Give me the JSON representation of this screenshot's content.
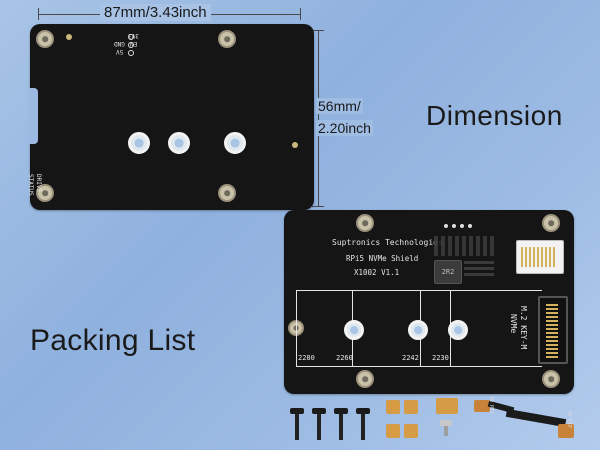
{
  "dimension": {
    "width_label": "87mm/3.43inch",
    "height_label_1": "56mm/",
    "height_label_2": "2.20inch",
    "title": "Dimension"
  },
  "packing": {
    "title": "Packing List"
  },
  "back_board": {
    "pins": [
      "3V3",
      "EN",
      "GND",
      "5V"
    ],
    "status_1": "STATUS",
    "status_2": "DRIVE"
  },
  "front_board": {
    "brand": "Suptronics Technologies",
    "product": "RPi5 NVMe Shield",
    "model": "X1002  V1.1",
    "inductor": "2R2",
    "slot_1": "M.2 KEY-M",
    "slot_2": "NVMe",
    "sizes": [
      "2280",
      "2260",
      "2242",
      "2230"
    ]
  },
  "cable": {
    "label_1": "TO PI5",
    "label_2": "TO PIP"
  }
}
